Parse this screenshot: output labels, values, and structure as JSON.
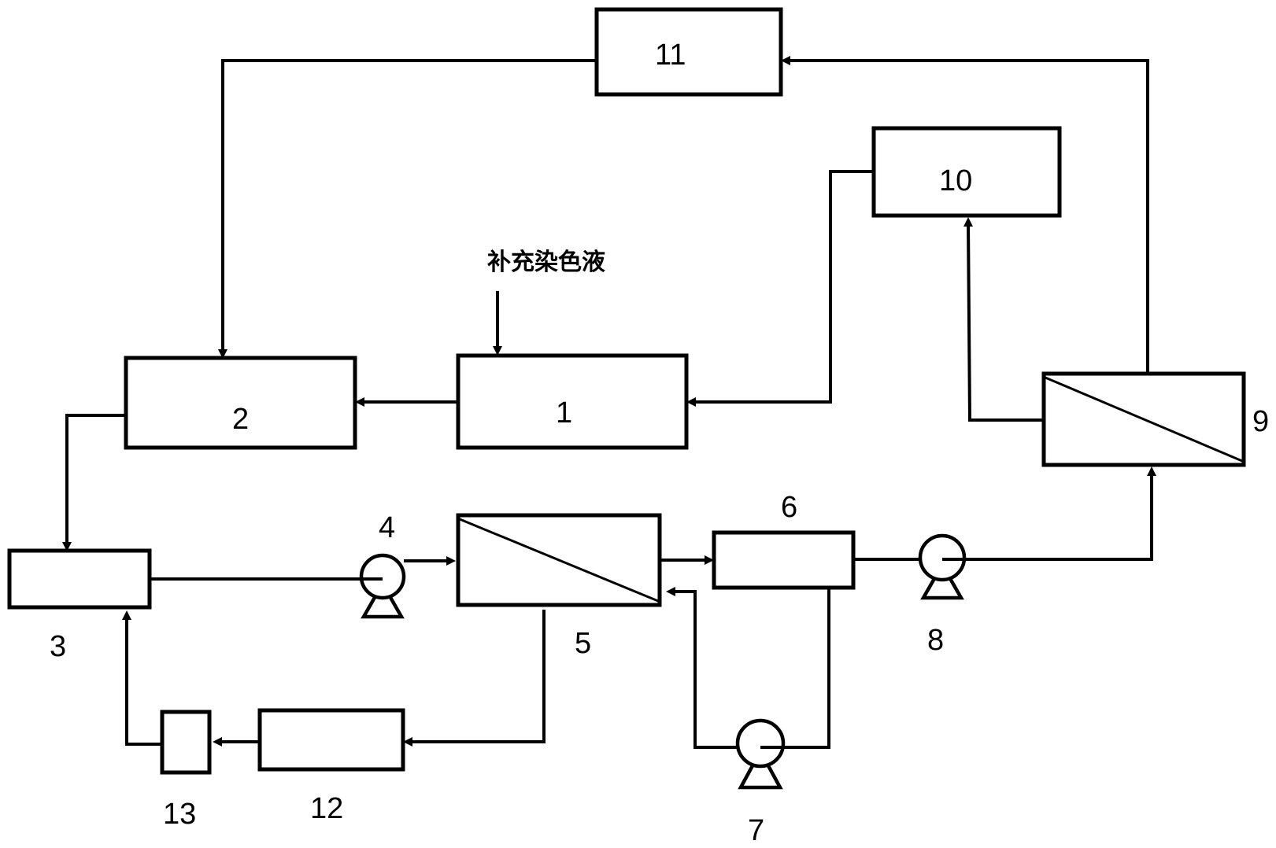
{
  "diagram": {
    "supplement_label": "补充染色液",
    "units": [
      {
        "id": "unit-1",
        "label": "1"
      },
      {
        "id": "unit-2",
        "label": "2"
      },
      {
        "id": "unit-3",
        "label": "3"
      },
      {
        "id": "unit-5",
        "label": "5"
      },
      {
        "id": "unit-6",
        "label": "6"
      },
      {
        "id": "unit-9",
        "label": "9"
      },
      {
        "id": "unit-10",
        "label": "10"
      },
      {
        "id": "unit-11",
        "label": "11"
      },
      {
        "id": "unit-12",
        "label": "12"
      },
      {
        "id": "unit-13",
        "label": "13"
      }
    ],
    "pumps": [
      {
        "id": "pump-4",
        "label": "4"
      },
      {
        "id": "pump-7",
        "label": "7"
      },
      {
        "id": "pump-8",
        "label": "8"
      }
    ]
  }
}
